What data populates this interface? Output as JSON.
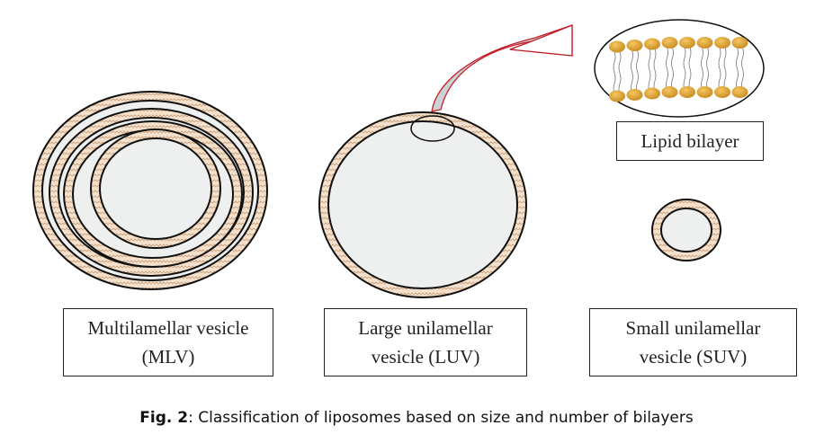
{
  "labels": {
    "mlv": [
      "Multilamellar vesicle",
      "(MLV)"
    ],
    "luv": [
      "Large unilamellar",
      "vesicle (LUV)"
    ],
    "suv": [
      "Small unilamellar",
      "vesicle (SUV)"
    ],
    "bilayer": "Lipid bilayer"
  },
  "caption": {
    "prefix": "Fig. 2",
    "text": ": Classification of liposomes based on size and number of bilayers"
  },
  "colors": {
    "membrane": "#f2dcc4",
    "interior": "#eef0f0",
    "head": "#d9a032",
    "arrow": "#c0202a",
    "arrow_fill": "#cfd2d4"
  }
}
